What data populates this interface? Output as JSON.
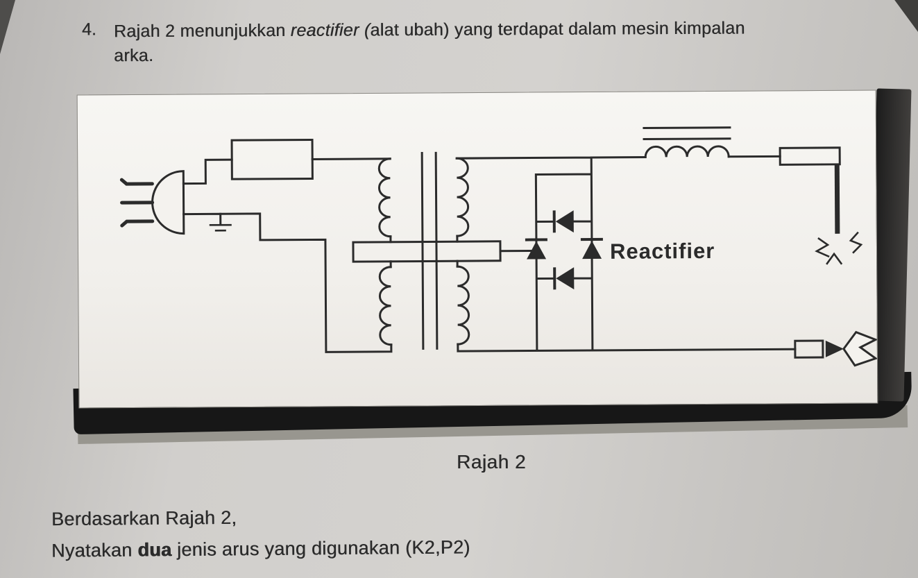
{
  "question": {
    "number": "4.",
    "line1_part1": "Rajah 2 menunjukkan ",
    "line1_italic": "reactifier (",
    "line1_part2": "alat ubah) yang terdapat dalam mesin kimpalan",
    "line2": "arka."
  },
  "figure": {
    "caption": "Rajah 2",
    "reactifier_label": "Reactifier"
  },
  "footer": {
    "line1": "Berdasarkan Rajah 2,",
    "line2_part1": "Nyatakan ",
    "line2_bold": "dua",
    "line2_part2": " jenis arus yang digunakan (K2,P2)"
  },
  "colors": {
    "paper": "#cbc9c6",
    "ink": "#2b2b2b",
    "photo": "#f4f2ee",
    "shadow": "#171717"
  }
}
